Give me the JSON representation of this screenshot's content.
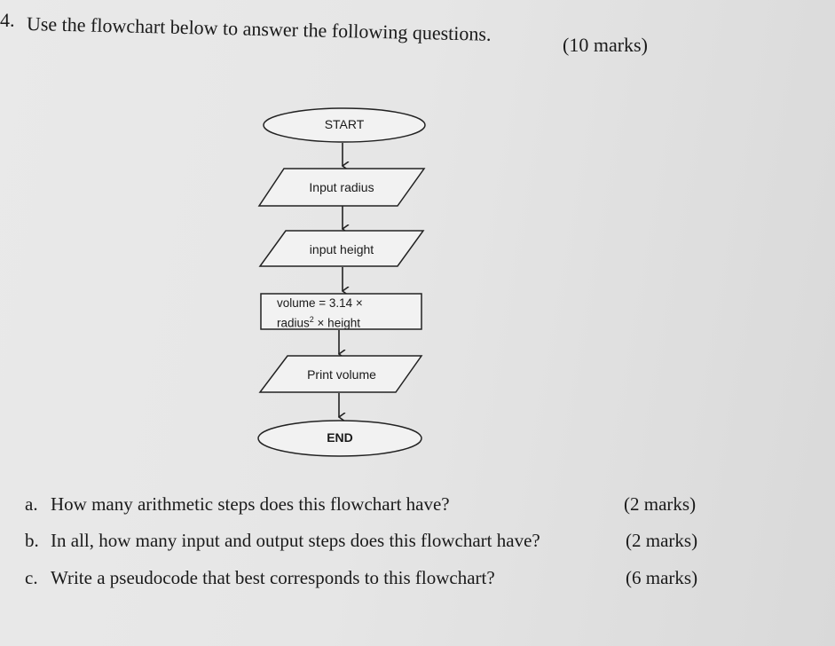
{
  "question": {
    "number": "4.",
    "text": "Use the flowchart below to answer the following questions.",
    "marks": "(10 marks)"
  },
  "flowchart": {
    "start": "START",
    "input_radius": "Input radius",
    "input_height": "input height",
    "process_line1": "volume = 3.14 ×",
    "process_line2_pre": "radius",
    "process_line2_sup": "2",
    "process_line2_post": " × height",
    "print": "Print volume",
    "end": "END"
  },
  "sub_questions": [
    {
      "letter": "a.",
      "text": "How many arithmetic steps does this flowchart have?",
      "marks": "(2 marks)"
    },
    {
      "letter": "b.",
      "text": "In all, how many input and output steps does this flowchart have?",
      "marks": "(2 marks)"
    },
    {
      "letter": "c.",
      "text": "Write a pseudocode that best corresponds to this flowchart?",
      "marks": "(6 marks)"
    }
  ]
}
